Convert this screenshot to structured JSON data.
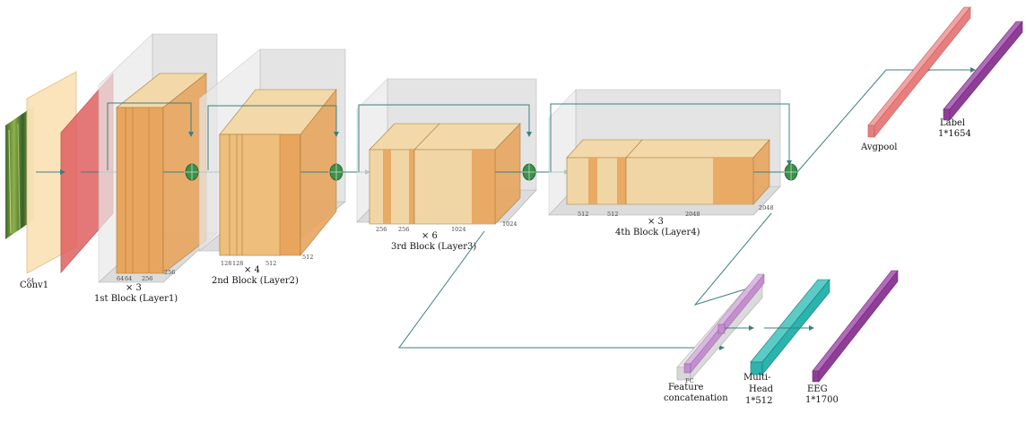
{
  "labels": {
    "conv1": "Conv1",
    "block1_title": "1st Block (Layer1)",
    "block2_title": "2nd Block (Layer2)",
    "block3_title": "3rd Block (Layer3)",
    "block4_title": "4th Block (Layer4)",
    "block1_repeat": "× 3",
    "block2_repeat": "× 4",
    "block3_repeat": "× 6",
    "block4_repeat": "× 3",
    "avgpool": "Avgpool",
    "label_line1": "Label",
    "label_line2": "1*1654",
    "feature_line1": "Feature",
    "feature_line2": "concatenation",
    "multihead_line1": "Multi-",
    "multihead_line2": "Head",
    "multihead_line3": "1*512",
    "eeg_line1": "EEG",
    "eeg_line2": "1*1700",
    "fc": "FC"
  },
  "dims": {
    "conv1": "64",
    "b1_a": "64",
    "b1_b": "64",
    "b1_c": "256",
    "b1_d": "256",
    "b2_a": "128",
    "b2_b": "128",
    "b2_c": "512",
    "b2_d": "512",
    "b3_a": "256",
    "b3_b": "256",
    "b3_c": "1024",
    "b3_d": "1024",
    "b4_a": "512",
    "b4_b": "512",
    "b4_c": "2048",
    "b4_d": "2048"
  },
  "colors": {
    "layer_orange": "#E8A55E",
    "layer_light": "#F3D9A9",
    "conv_red": "#E06060",
    "conv_cream": "#FBE3B8",
    "gray_box": "#D6D6D6",
    "arrow_teal": "#3E7F7F",
    "add_green": "#3E8E4C",
    "avgpool_pink": "#E87E7E",
    "purple": "#8E3E96",
    "teal_multihead": "#2BB3AE",
    "feature_lilac": "#C38FCF"
  }
}
